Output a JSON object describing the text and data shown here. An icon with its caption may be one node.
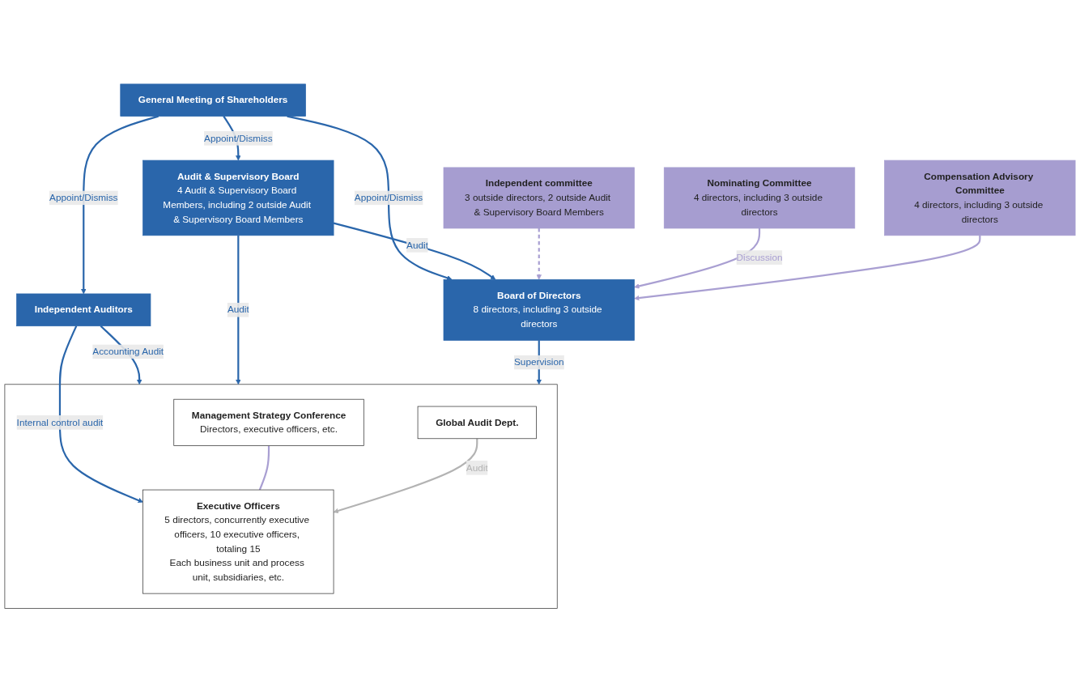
{
  "diagram": {
    "nodes": [
      {
        "text": [
          "General Meeting of Shareholders"
        ]
      },
      {
        "text": [
          "Audit & Supervisory Board",
          "4 Audit & Supervisory Board Members, including 2 outside Audit & Supervisory Board Members"
        ]
      },
      {
        "text": [
          "Board of Directors",
          "8 directors, including 3 outside directors"
        ]
      },
      {
        "text": [
          "Independent committee",
          "3 outside directors, 2 outside Audit & Supervisory Board Members"
        ]
      },
      {
        "text": [
          "Independent Auditors"
        ]
      },
      {
        "text": [
          "Nominating Committee",
          "4 directors, including 3 outside directors"
        ]
      },
      {
        "text": [
          "Compensation Advisory Committee",
          "4 directors, including 3 outside directors"
        ]
      },
      {
        "text": [],
        "shape": "box"
      },
      {
        "text": [
          "Management Strategy Conference",
          "Directors, executive officers, etc."
        ],
        "in": 7
      },
      {
        "text": [
          "Global Audit Dept."
        ],
        "in": 7
      },
      {
        "text": [
          "Executive Officers",
          "5 directors, concurrently executive officers, 10 executive officers, totaling 15",
          "Each business unit and process unit, subsidiaries, etc."
        ],
        "in": 7
      }
    ],
    "edges": [
      {
        "from": 0,
        "to": 4,
        "arrow": "to",
        "label": "Appoint/Dismiss"
      },
      {
        "from": 0,
        "to": 1,
        "arrow": "to",
        "label": "Appoint/Dismiss"
      },
      {
        "from": 0,
        "to": 2,
        "arrow": "to",
        "label": "Appoint/Dismiss"
      },
      {
        "from": 1,
        "to": 2,
        "arrow": "to",
        "label": "Audit"
      },
      {
        "from": 3,
        "to": 2,
        "arrow": "to",
        "style": "dashed",
        "color": "#a99fd2"
      },
      {
        "from": 5,
        "to": 2,
        "arrow": "to",
        "label": "Discussion",
        "color": "#a99fd2"
      },
      {
        "from": 6,
        "to": 2,
        "arrow": "to",
        "color": "#a99fd2"
      },
      {
        "from": 4,
        "to": 7,
        "arrow": "to",
        "label": "Accounting Audit"
      },
      {
        "from": 1,
        "to": 7,
        "arrow": "to",
        "label": "Audit"
      },
      {
        "from": 2,
        "to": 7,
        "arrow": "to",
        "label": "Supervision"
      },
      {
        "from": 4,
        "to": 10,
        "arrow": "to",
        "label": "Internal control audit"
      },
      {
        "from": 8,
        "to": 10,
        "arrow": "none",
        "color": "#a99fd2"
      },
      {
        "from": 9,
        "to": 10,
        "arrow": "to",
        "label": "Audit",
        "color": "#b3b3b3"
      }
    ]
  }
}
